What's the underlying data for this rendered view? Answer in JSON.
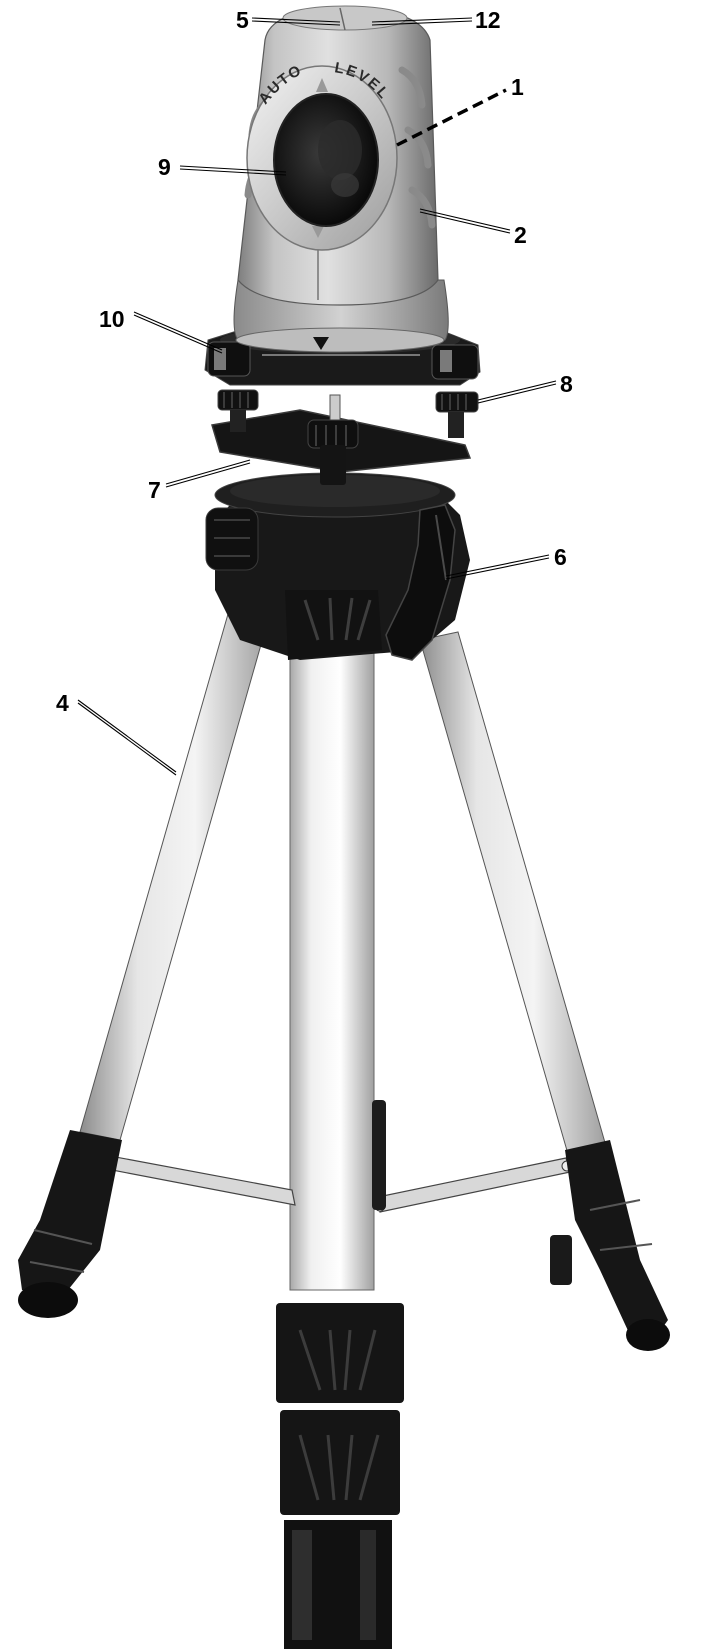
{
  "device": {
    "name_text_left": "AUTO",
    "name_text_right": "LEVEL"
  },
  "callouts": [
    {
      "id": "5",
      "label": "5"
    },
    {
      "id": "12",
      "label": "12"
    },
    {
      "id": "1",
      "label": "1"
    },
    {
      "id": "9",
      "label": "9"
    },
    {
      "id": "2",
      "label": "2"
    },
    {
      "id": "10",
      "label": "10"
    },
    {
      "id": "8",
      "label": "8"
    },
    {
      "id": "7",
      "label": "7"
    },
    {
      "id": "6",
      "label": "6"
    },
    {
      "id": "4",
      "label": "4"
    }
  ],
  "colors": {
    "housing_light": "#d9d9d9",
    "housing_mid": "#a9a9a9",
    "housing_dark": "#6f6f6f",
    "plastic_black": "#161616",
    "leg_light": "#eeeeee",
    "leg_shadow": "#9a9a9a"
  }
}
